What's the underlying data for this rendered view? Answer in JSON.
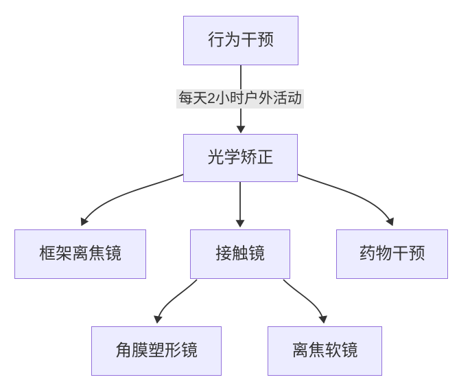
{
  "diagram": {
    "type": "flowchart-top-down",
    "colors": {
      "background": "#ffffff",
      "node_fill": "#ECECFF",
      "node_border": "#9370DB",
      "edge_color": "#333333",
      "label_bg": "#e8e8e8",
      "text_color": "#333333"
    },
    "nodes": [
      {
        "id": "behavior-intervention",
        "label": "行为干预"
      },
      {
        "id": "optical-correction",
        "label": "光学矫正"
      },
      {
        "id": "frame-defocus-lens",
        "label": "框架离焦镜"
      },
      {
        "id": "contact-lens",
        "label": "接触镜"
      },
      {
        "id": "drug-intervention",
        "label": "药物干预"
      },
      {
        "id": "orthokeratology-lens",
        "label": "角膜塑形镜"
      },
      {
        "id": "defocus-soft-lens",
        "label": "离焦软镜"
      }
    ],
    "edges": [
      {
        "from": "行为干预",
        "to": "光学矫正",
        "label": "每天2小时户外活动"
      },
      {
        "from": "光学矫正",
        "to": "框架离焦镜",
        "label": ""
      },
      {
        "from": "光学矫正",
        "to": "接触镜",
        "label": ""
      },
      {
        "from": "光学矫正",
        "to": "药物干预",
        "label": ""
      },
      {
        "from": "接触镜",
        "to": "角膜塑形镜",
        "label": ""
      },
      {
        "from": "接触镜",
        "to": "离焦软镜",
        "label": ""
      }
    ]
  }
}
